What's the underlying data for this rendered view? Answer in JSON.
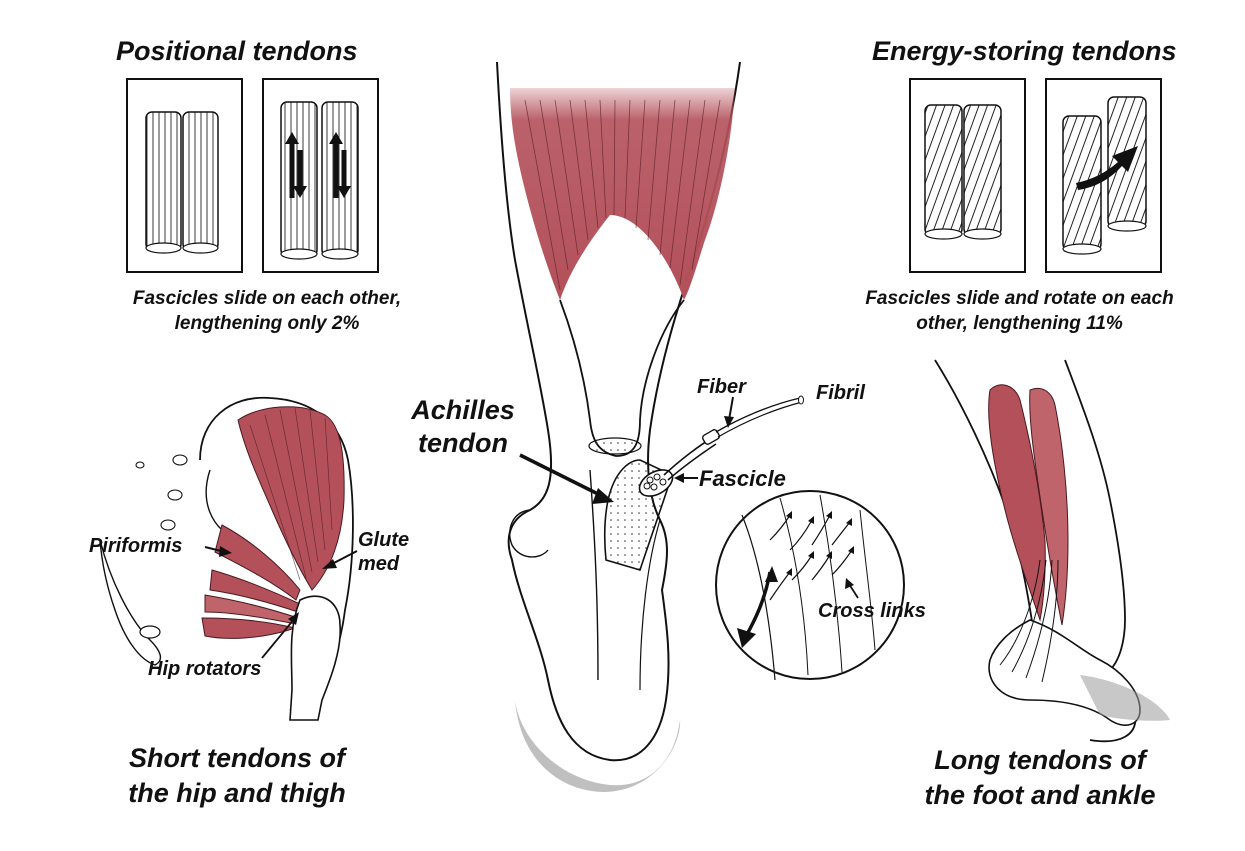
{
  "colors": {
    "muscle": "#b3505a",
    "muscle_light": "#d3878e",
    "ink": "#111111",
    "bone": "#ffffff",
    "shadow": "#9a9a9a"
  },
  "positional": {
    "title": "Positional tendons",
    "caption_line1": "Fascicles slide on each other,",
    "caption_line2": "lengthening only 2%"
  },
  "energy": {
    "title": "Energy-storing tendons",
    "caption_line1": "Fascicles slide and rotate on each",
    "caption_line2": "other, lengthening 11%"
  },
  "hip": {
    "piriformis": "Piriformis",
    "glute_line1": "Glute",
    "glute_line2": "med",
    "hip_rotators": "Hip rotators",
    "caption_line1": "Short tendons of",
    "caption_line2": "the hip and thigh"
  },
  "center": {
    "achilles_line1": "Achilles",
    "achilles_line2": "tendon",
    "fiber": "Fiber",
    "fibril": "Fibril",
    "fascicle": "Fascicle",
    "cross_links": "Cross links"
  },
  "foot": {
    "caption_line1": "Long tendons of",
    "caption_line2": "the foot and ankle"
  }
}
